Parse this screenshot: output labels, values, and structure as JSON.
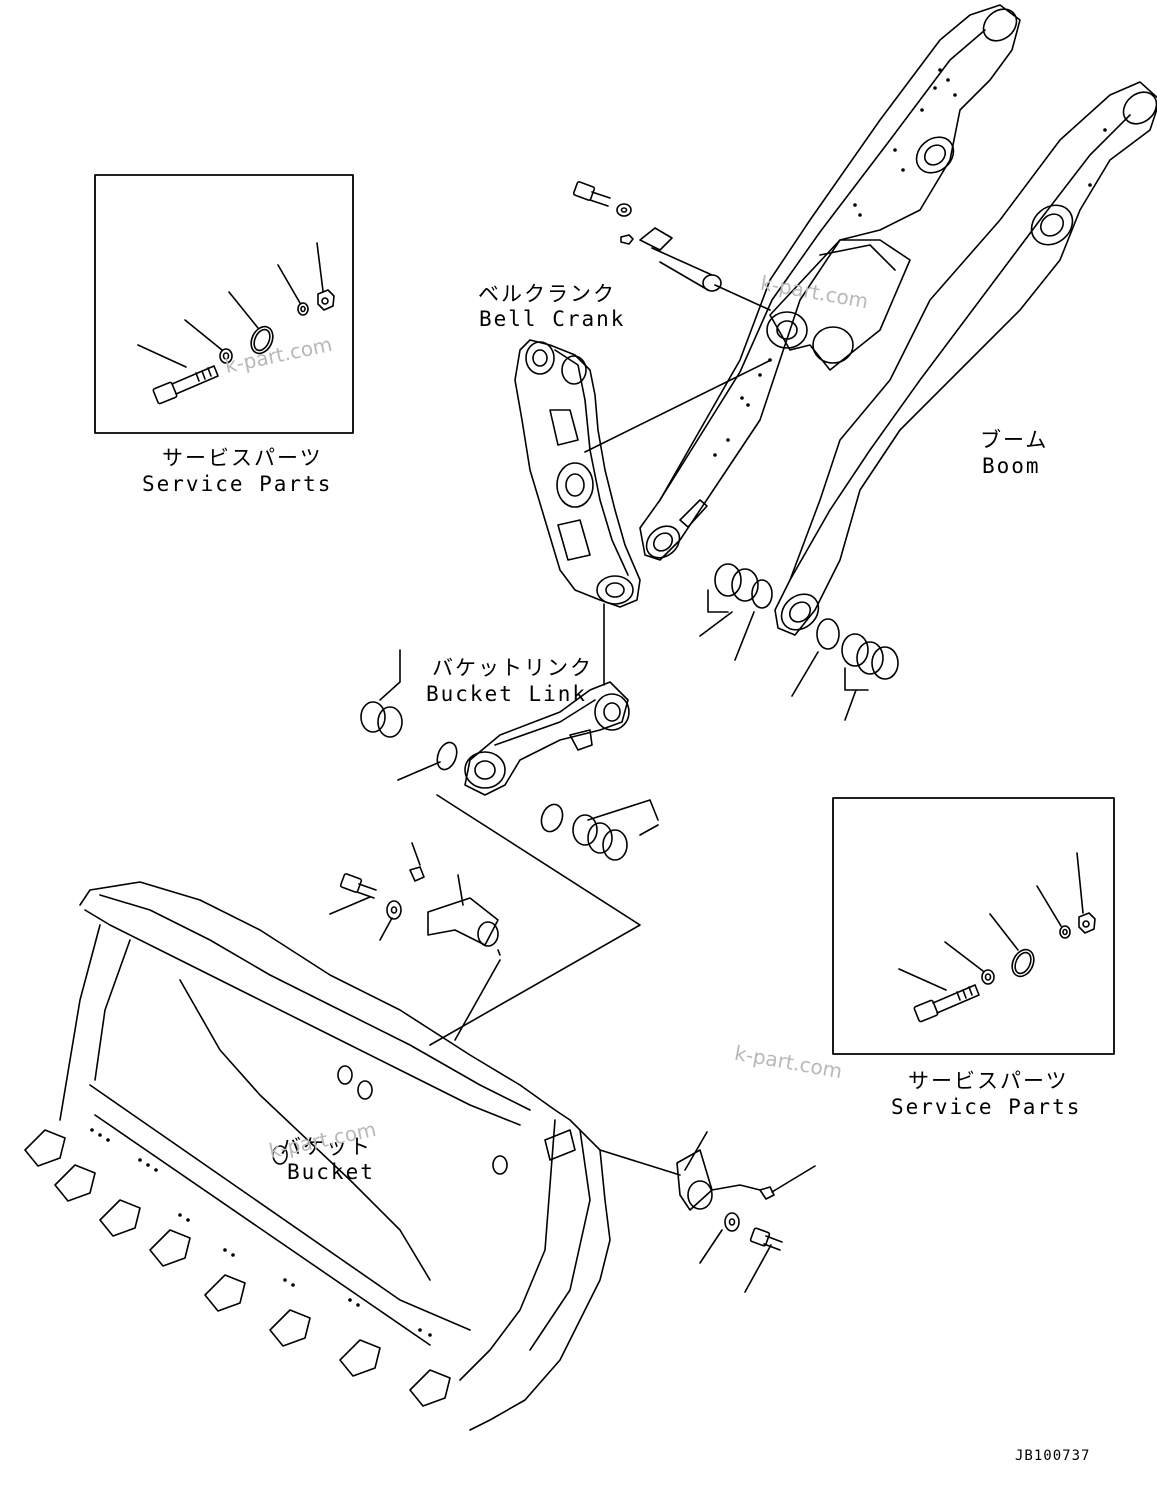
{
  "labels": {
    "bell_crank_jp": "ベルクランク",
    "bell_crank_en": "Bell Crank",
    "boom_jp": "ブーム",
    "boom_en": "Boom",
    "bucket_link_jp": "バケットリンク",
    "bucket_link_en": "Bucket Link",
    "bucket_jp": "バケット",
    "bucket_en": "Bucket",
    "service_parts_jp": "サービスパーツ",
    "service_parts_en": "Service Parts",
    "service_parts2_jp": "サービスパーツ",
    "service_parts2_en": "Service Parts"
  },
  "watermark": "k-part.com",
  "drawing_code": "JB100737",
  "colors": {
    "line": "#000000",
    "watermark": "#b8b8b8",
    "background": "#ffffff"
  }
}
